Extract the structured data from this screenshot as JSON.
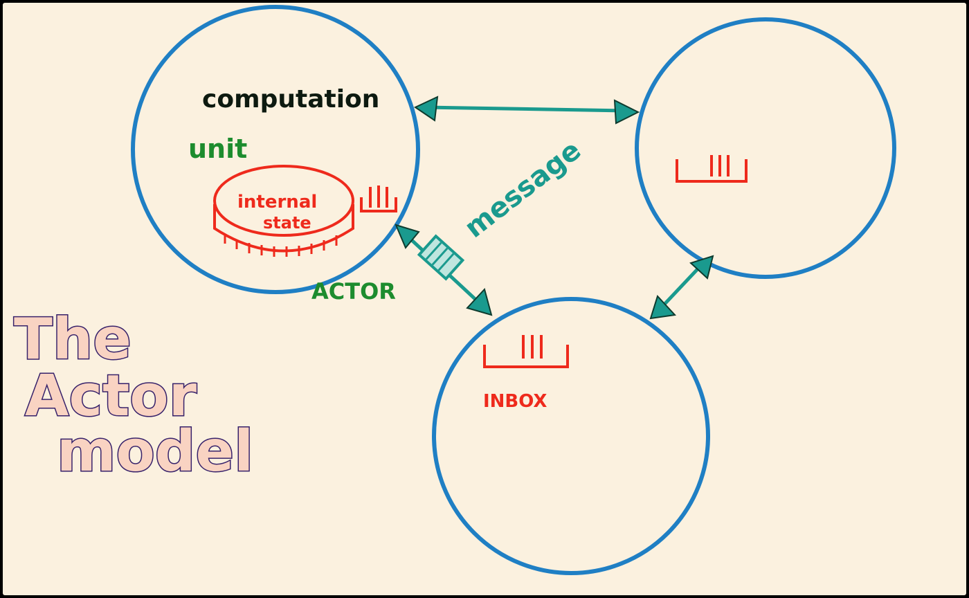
{
  "colors": {
    "paper": "#fbf1df",
    "circle": "#1f7fc4",
    "arrow": "#1a9a8e",
    "state": "#ee2a1c",
    "green_text": "#1d8c2e",
    "black_text": "#0d1a10",
    "title_fill": "#f9d3c2",
    "title_stroke": "#35206a"
  },
  "labels": {
    "computation": "computation",
    "unit": "unit",
    "internal_state_line1": "internal",
    "internal_state_line2": "state",
    "message": "message",
    "actor": "ACTOR",
    "inbox": "INBOX"
  },
  "title": {
    "line1": "The",
    "line2": "Actor",
    "line3": "model"
  },
  "icons": [
    "actor-circle",
    "inbox-tray-icon",
    "mailbox-icon",
    "envelope-icon",
    "arrow"
  ]
}
